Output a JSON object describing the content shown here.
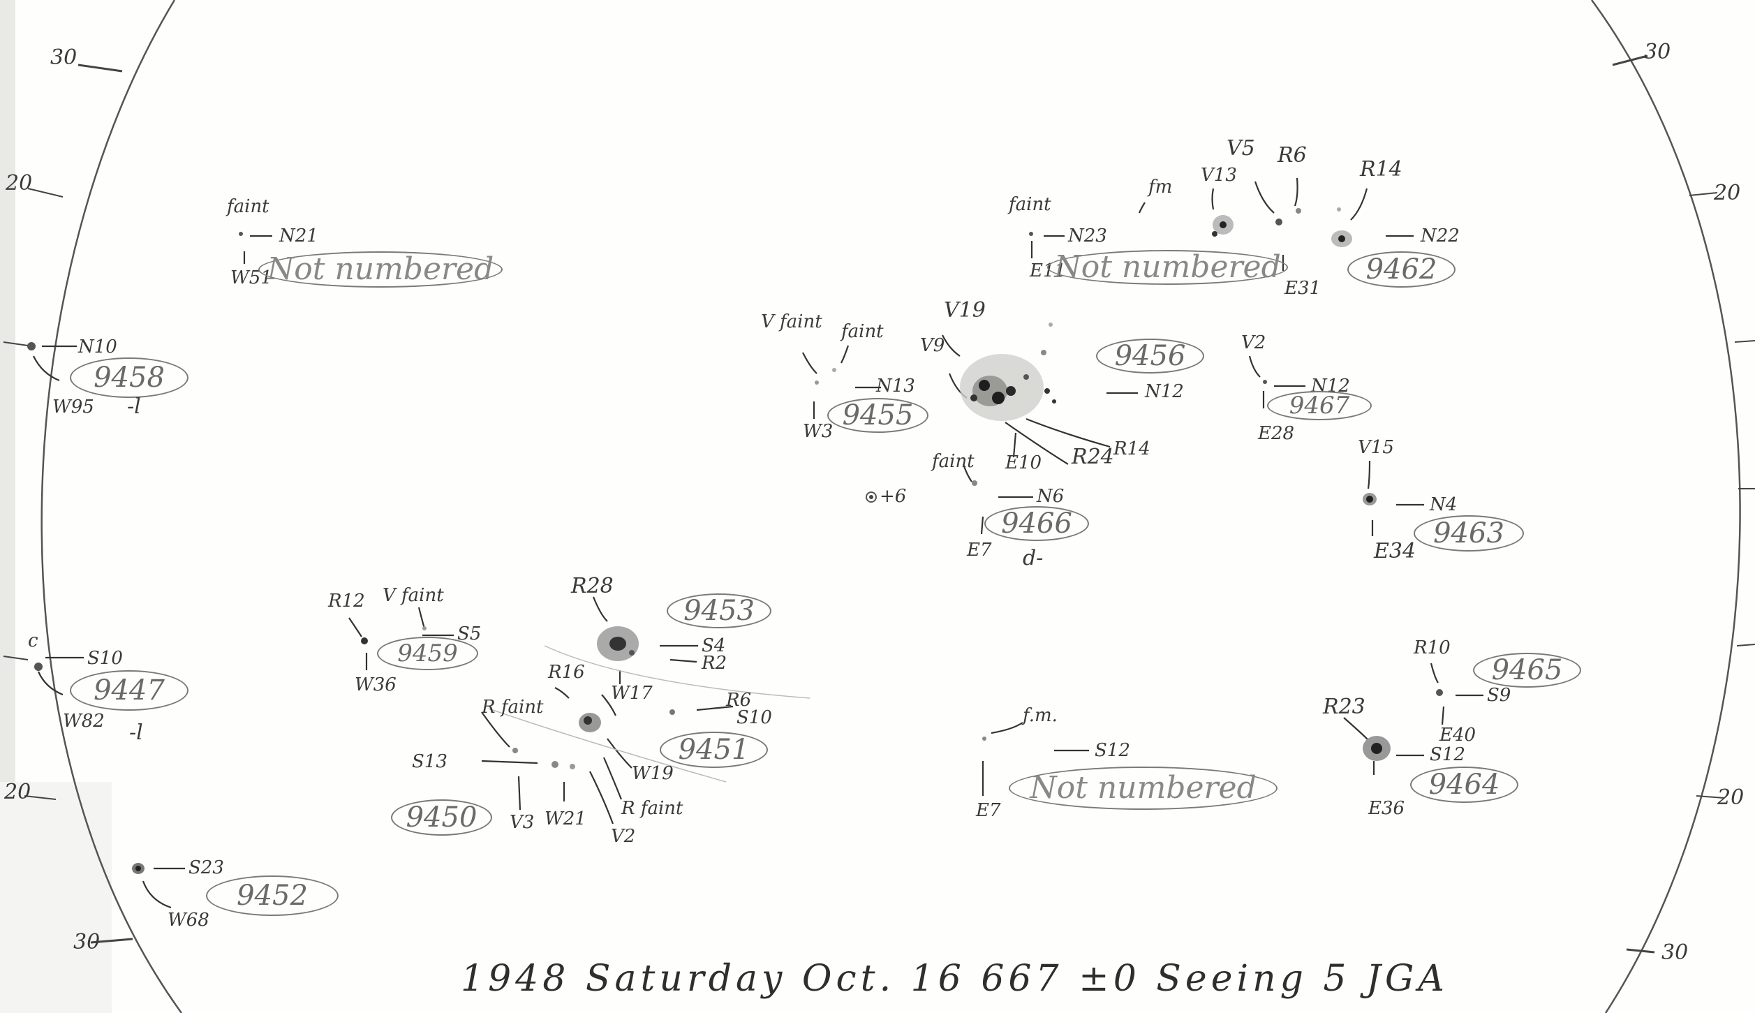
{
  "limb_ticks": {
    "left": [
      "30",
      "20",
      "20",
      "30"
    ],
    "right": [
      "30",
      "20",
      "20",
      "30"
    ]
  },
  "groups": [
    {
      "number": "9458",
      "lat": "N10",
      "long": "W95",
      "note": "-l"
    },
    {
      "number": "9447",
      "lat": "S10",
      "long": "W82",
      "note": "-l",
      "mark": "c"
    },
    {
      "number": "9452",
      "lat": "S23",
      "long": "W68"
    },
    {
      "number": "9459",
      "lat": "S5",
      "long": "W36",
      "marks": [
        "R12",
        "V faint"
      ]
    },
    {
      "number": "9453",
      "lat": "S4",
      "long": "W17",
      "marks": [
        "R28",
        "R2"
      ]
    },
    {
      "number": "9451",
      "lat": "S10",
      "long": "W19",
      "marks": [
        "R16",
        "R6"
      ]
    },
    {
      "number": "9450",
      "lat": "S13",
      "long": "W21",
      "marks": [
        "R faint",
        "V3",
        "V2",
        "R faint"
      ]
    },
    {
      "number": "9455",
      "lat": "N13",
      "long": "W3",
      "marks": [
        "V faint",
        "faint"
      ]
    },
    {
      "number": "9456",
      "lat": "N12",
      "long": "E10",
      "marks": [
        "V19",
        "V9",
        "R14",
        "R24"
      ]
    },
    {
      "number": "9466",
      "lat": "N6",
      "long": "E7",
      "marks": [
        "faint",
        "+6"
      ],
      "note": "d-"
    },
    {
      "number": "9462",
      "lat": "N22",
      "long": "E31",
      "marks": [
        "fm",
        "V13",
        "V5",
        "R6",
        "R14"
      ]
    },
    {
      "number": "9467",
      "lat": "N12",
      "long": "E28",
      "marks": [
        "V2"
      ]
    },
    {
      "number": "9463",
      "lat": "N4",
      "long": "E34",
      "marks": [
        "V15"
      ]
    },
    {
      "number": "9465",
      "lat": "S9",
      "long": "E40",
      "marks": [
        "R10"
      ]
    },
    {
      "number": "9464",
      "lat": "S12",
      "long": "E36",
      "marks": [
        "R23"
      ]
    }
  ],
  "unnumbered": [
    {
      "label": "Not numbered",
      "lat": "N21",
      "long": "W51",
      "mark": "faint"
    },
    {
      "label": "Not numbered",
      "lat": "N23",
      "long": "E11",
      "mark": "faint"
    },
    {
      "label": "Not numbered",
      "lat": "S12",
      "long": "E7",
      "mark": "f.m."
    }
  ],
  "footer": "1948 Saturday Oct. 16 667 ±0 Seeing 5 JGA",
  "colors": {
    "ink": "#333333",
    "pencil": "#7a7a7a",
    "paper": "#fefefd",
    "spot_umbra": "#1a1a1a",
    "spot_penumbra": "#8a8a8a"
  }
}
